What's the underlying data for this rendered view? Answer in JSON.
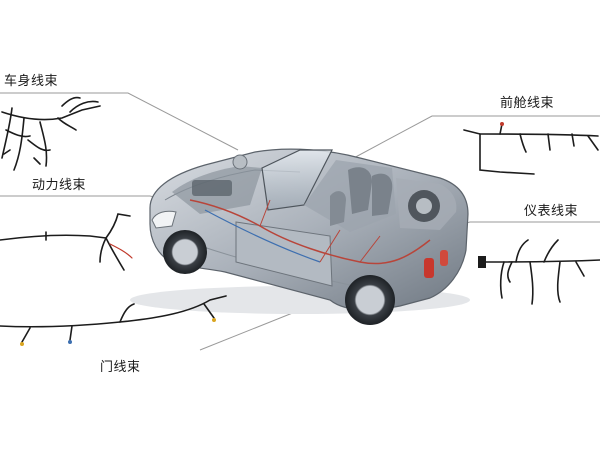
{
  "labels": {
    "body_harness": "车身线束",
    "power_harness": "动力线束",
    "door_harness": "门线束",
    "front_cabin_harness": "前舱线束",
    "dashboard_harness": "仪表线束"
  }
}
